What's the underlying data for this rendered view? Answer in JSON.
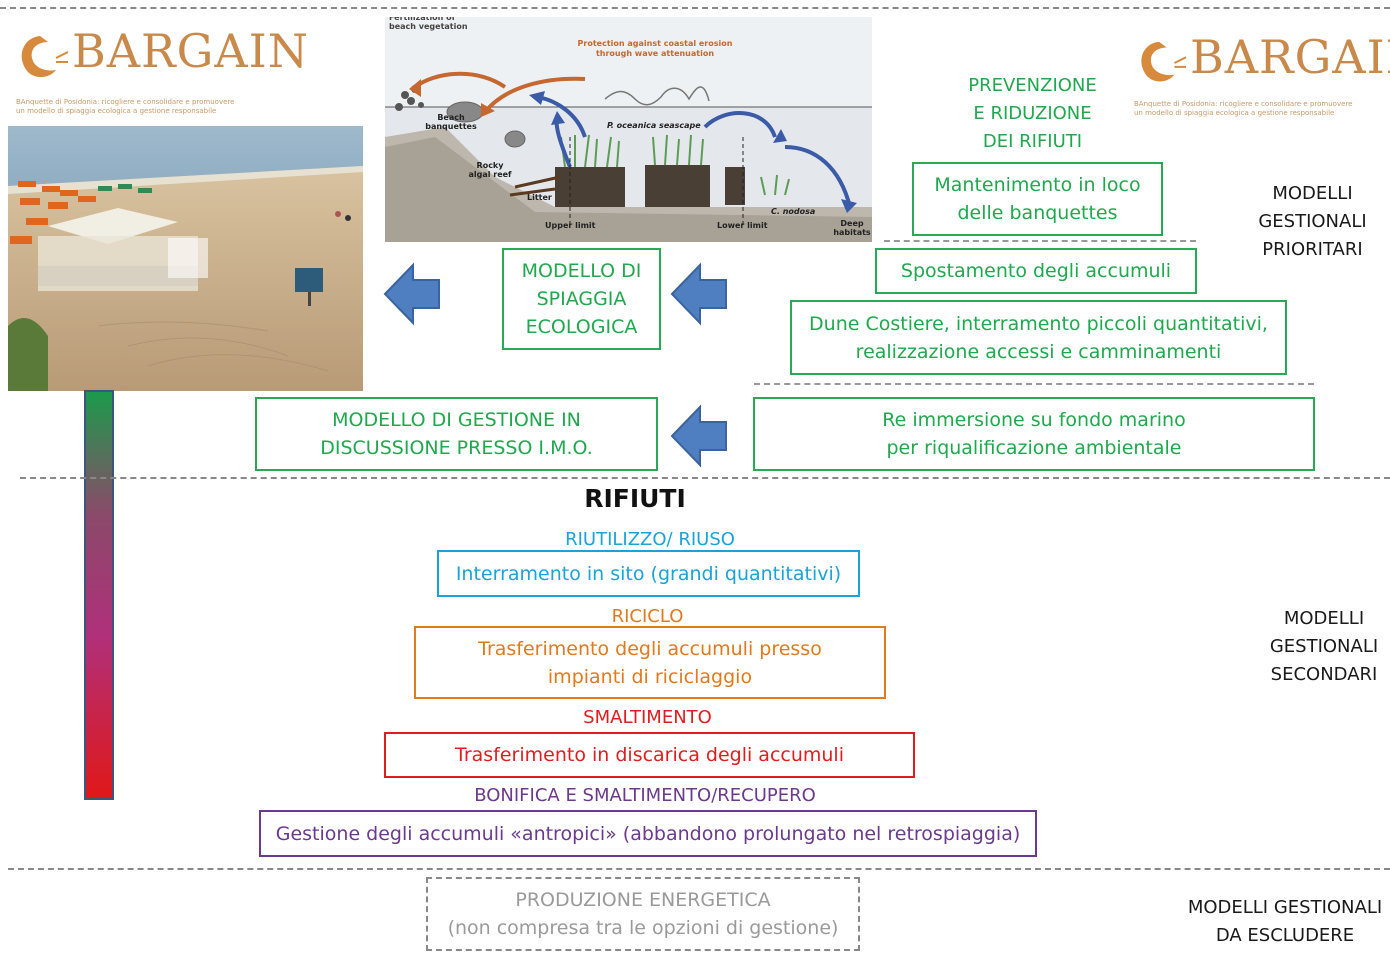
{
  "logo": {
    "word": "BARGAIN",
    "subtitle_line1": "BAnquette di Posidonia: ricogliere e consolidare e promuovere",
    "subtitle_line2": "un modello di spiaggia ecologica a gestione responsabile"
  },
  "ecosystem_figure": {
    "labels": {
      "fertilization": "Fertilization of beach vegetation",
      "protection": "Protection against coastal erosion through wave attenuation",
      "beach_banquettes": "Beach banquettes",
      "rocky_reef": "Rocky algal reef",
      "litter": "Litter",
      "seascape": "P. oceanica seascape",
      "upper_limit": "Upper limit",
      "lower_limit": "Lower limit",
      "c_nodosa": "C. nodosa",
      "deep_habitats": "Deep habitats"
    }
  },
  "prevention": {
    "title": "PREVENZIONE\nE RIDUZIONE\nDEI RIFIUTI"
  },
  "priority_boxes": {
    "mantenimento": "Mantenimento in loco\ndelle banquettes",
    "spostamento": "Spostamento degli accumuli",
    "dune": "Dune Costiere, interramento piccoli quantitativi,\nrealizzazione accessi e camminamenti",
    "reimmersione": "Re immersione su fondo marino\nper riqualificazione ambientale",
    "modello_spiaggia": "MODELLO DI\nSPIAGGIA\nECOLOGICA",
    "modello_imo": "MODELLO DI  GESTIONE  IN\nDISCUSSIONE PRESSO I.M.O."
  },
  "waste": {
    "title": "RIFIUTI",
    "riutilizzo_label": "RIUTILIZZO/ RIUSO",
    "riutilizzo_box": "Interramento in sito (grandi quantitativi)",
    "riciclo_label": "RICICLO",
    "riciclo_box": "Trasferimento  degli accumuli presso\nimpianti di riciclaggio",
    "smaltimento_label": "SMALTIMENTO",
    "smaltimento_box": "Trasferimento  in discarica degli accumuli",
    "bonifica_label": "BONIFICA E  SMALTIMENTO/RECUPERO",
    "bonifica_box": "Gestione degli accumuli «antropici» (abbandono prolungato nel retrospiaggia)"
  },
  "excluded": {
    "box": "PRODUZIONE ENERGETICA\n(non compresa tra le opzioni di gestione)"
  },
  "right_labels": {
    "prioritari": "MODELLI\nGESTIONALI\nPRIORITARI",
    "secondari": "MODELLI\nGESTIONALI\nSECONDARI",
    "escludere": "MODELLI GESTIONALI\nDA ESCLUDERE"
  },
  "colors": {
    "green": "#21a84f",
    "blue": "#1aa3d8",
    "orange": "#e07a1f",
    "red": "#e01d1d",
    "purple": "#6b3a8e",
    "arrow": "#4f7fc0",
    "gray": "#999999"
  }
}
